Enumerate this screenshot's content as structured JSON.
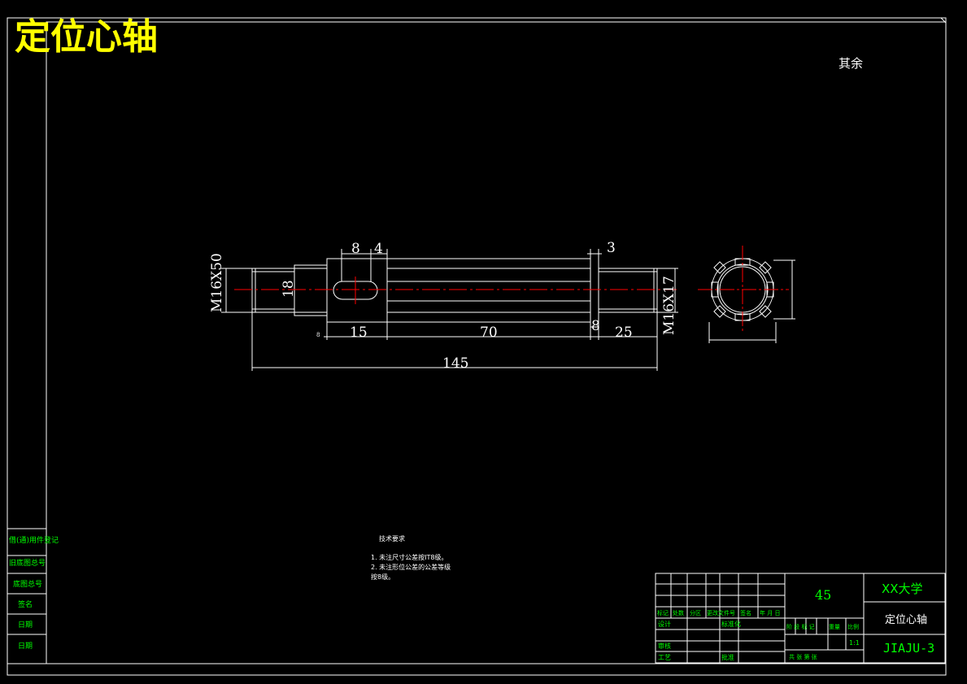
{
  "header": {
    "title": "定位心轴",
    "roughness_note": "其余"
  },
  "dimensions": {
    "d_8": "8",
    "d_4": "4",
    "d_3": "3",
    "thread_left": "M16X50",
    "dia_18": "18",
    "thread_right": "M16X17",
    "d_15": "15",
    "d_70": "70",
    "d_8b": "8",
    "d_25": "25",
    "total_145": "145",
    "left_small": "8"
  },
  "tech_requirements": {
    "title": "技术要求",
    "line1": "1. 未注尺寸公差按IT8级。",
    "line2": "2. 未注形位公差的公差等级",
    "line3": "按8级。"
  },
  "left_strip": {
    "cells": [
      "借(通)用件登记",
      "旧底图总号",
      "底图总号",
      "签名",
      "日期",
      "日期"
    ]
  },
  "title_block": {
    "material": "45",
    "school": "XX大学",
    "part_name": "定位心轴",
    "drawing_no": "JIAJU-3",
    "scale": "1:1",
    "row_headers": [
      "标记",
      "处数",
      "分区",
      "更改文件号",
      "签名",
      "年 月 日"
    ],
    "designer": "设计",
    "standardization": "标准化",
    "checker": "审核",
    "craft": "工艺",
    "approve": "批准",
    "stage_label": "阶 段 标 记",
    "weight_label": "重量",
    "scale_label": "比例",
    "sheet_label": "共   张  第   张"
  },
  "colors": {
    "line": "#ffffff",
    "text_green": "#00ff00",
    "title_yellow": "#ffff00",
    "center_red": "#ff0000"
  }
}
